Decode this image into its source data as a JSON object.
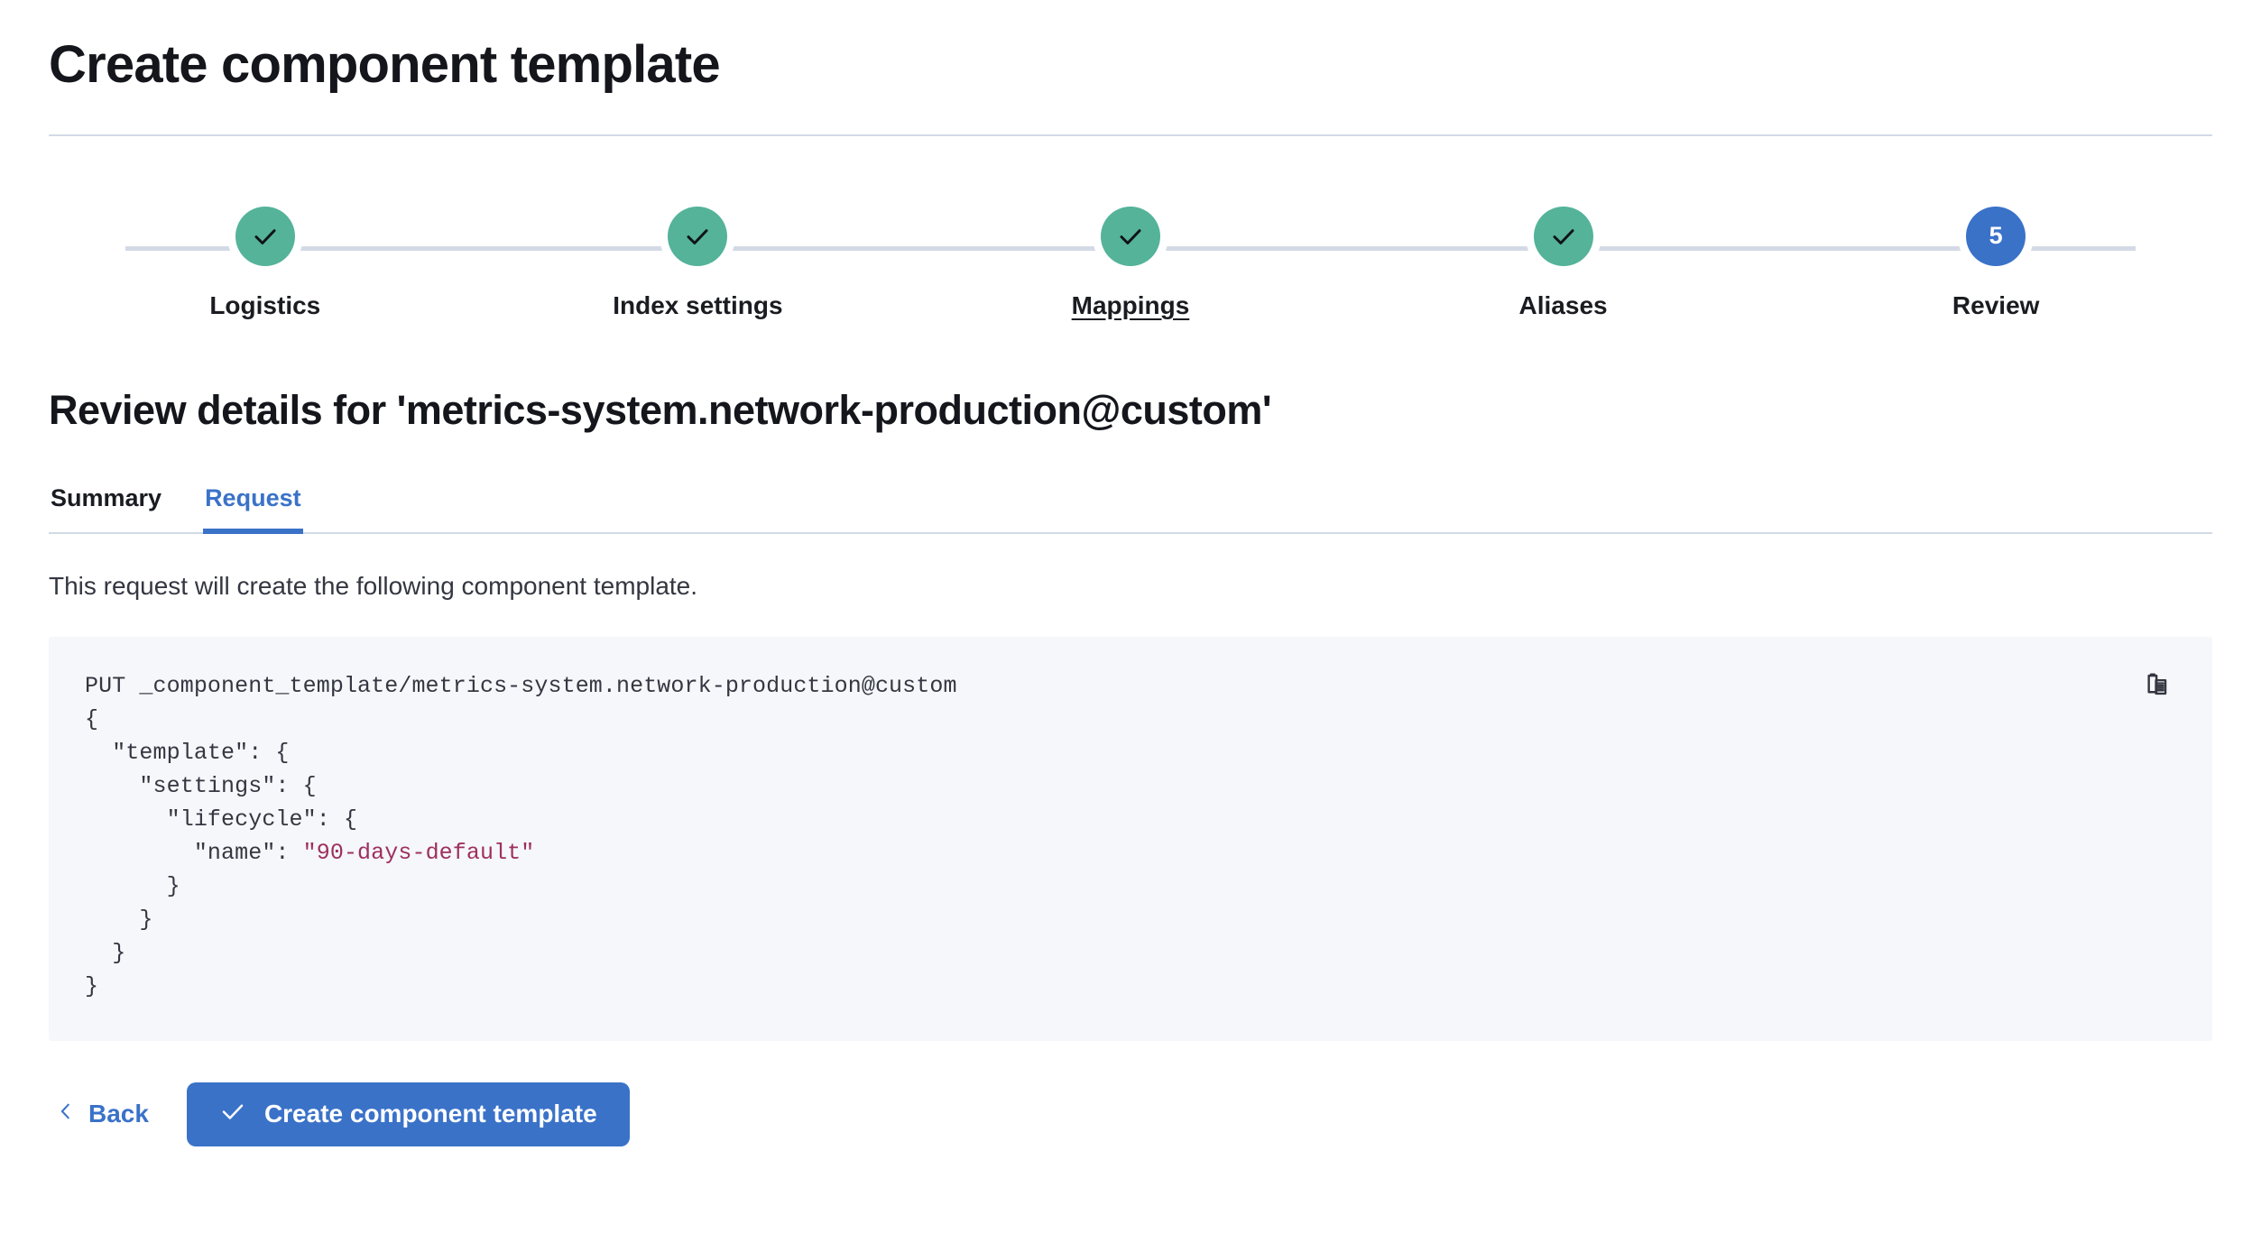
{
  "header": {
    "title": "Create component template"
  },
  "stepper": {
    "steps": [
      {
        "label": "Logistics",
        "state": "complete",
        "icon": "check-icon",
        "number": "1",
        "hovered": false
      },
      {
        "label": "Index settings",
        "state": "complete",
        "icon": "check-icon",
        "number": "2",
        "hovered": false
      },
      {
        "label": "Mappings",
        "state": "complete",
        "icon": "check-icon",
        "number": "3",
        "hovered": true
      },
      {
        "label": "Aliases",
        "state": "complete",
        "icon": "check-icon",
        "number": "4",
        "hovered": false
      },
      {
        "label": "Review",
        "state": "current",
        "icon": "step-number",
        "number": "5",
        "hovered": false
      }
    ],
    "colors": {
      "complete": "#54b399",
      "current": "#3a72c8",
      "track": "#d3dae6"
    }
  },
  "review": {
    "heading": "Review details for 'metrics-system.network-production@custom'",
    "tabs": [
      {
        "label": "Summary",
        "active": false
      },
      {
        "label": "Request",
        "active": true
      }
    ],
    "description": "This request will create the following component template.",
    "code": {
      "line_1": "PUT _component_template/metrics-system.network-production@custom",
      "line_2": "{",
      "line_3": "  \"template\": {",
      "line_4": "    \"settings\": {",
      "line_5": "      \"lifecycle\": {",
      "line_6_key": "        \"name\": ",
      "line_6_value": "\"90-days-default\"",
      "line_7": "      }",
      "line_8": "    }",
      "line_9": "  }",
      "line_10": "}",
      "copy_icon": "copy-clipboard-icon",
      "string_color": "#9e2f60",
      "background_color": "#f5f7fa"
    }
  },
  "footer": {
    "back_label": "Back",
    "back_icon": "chevron-left-icon",
    "submit_label": "Create component template",
    "submit_icon": "check-icon",
    "submit_color": "#3a72c8"
  }
}
